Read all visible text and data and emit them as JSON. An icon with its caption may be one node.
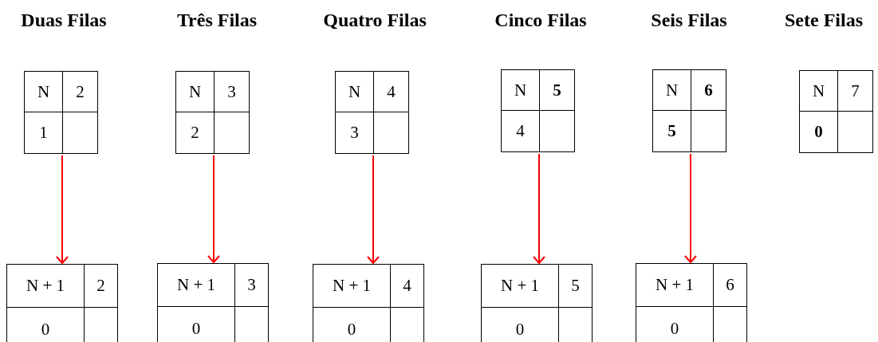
{
  "diagram": {
    "nodes": [
      {
        "text": [
          "N",
          "2",
          "1"
        ]
      },
      {
        "text": [
          "N",
          "3",
          "2"
        ]
      },
      {
        "text": [
          "N",
          "4",
          "3"
        ]
      },
      {
        "text": [
          "N",
          "**5**",
          "4"
        ]
      },
      {
        "text": [
          "N",
          "**6**",
          "**5**"
        ]
      },
      {
        "text": [
          "N",
          "7",
          "**0**"
        ]
      },
      {
        "text": [
          "N + 1",
          "2",
          "0"
        ]
      },
      {
        "text": [
          "N + 1",
          "3",
          "0"
        ]
      },
      {
        "text": [
          "N + 1",
          "4",
          "0"
        ]
      },
      {
        "text": [
          "N + 1",
          "5",
          "0"
        ]
      },
      {
        "text": [
          "N + 1",
          "6",
          "0"
        ]
      }
    ],
    "edges": [
      {
        "from": 0,
        "to": 6,
        "arrow": "to",
        "color": "#ff0000"
      },
      {
        "from": 1,
        "to": 7,
        "arrow": "to",
        "color": "#ff0000"
      },
      {
        "from": 2,
        "to": 8,
        "arrow": "to",
        "color": "#ff0000"
      },
      {
        "from": 3,
        "to": 9,
        "arrow": "to",
        "color": "#ff0000"
      },
      {
        "from": 4,
        "to": 10,
        "arrow": "to",
        "color": "#ff0000"
      }
    ],
    "labels": [
      "Duas Filas",
      "Três Filas",
      "Quatro Filas",
      "Cinco Filas",
      "Seis Filas",
      "Sete Filas"
    ]
  }
}
